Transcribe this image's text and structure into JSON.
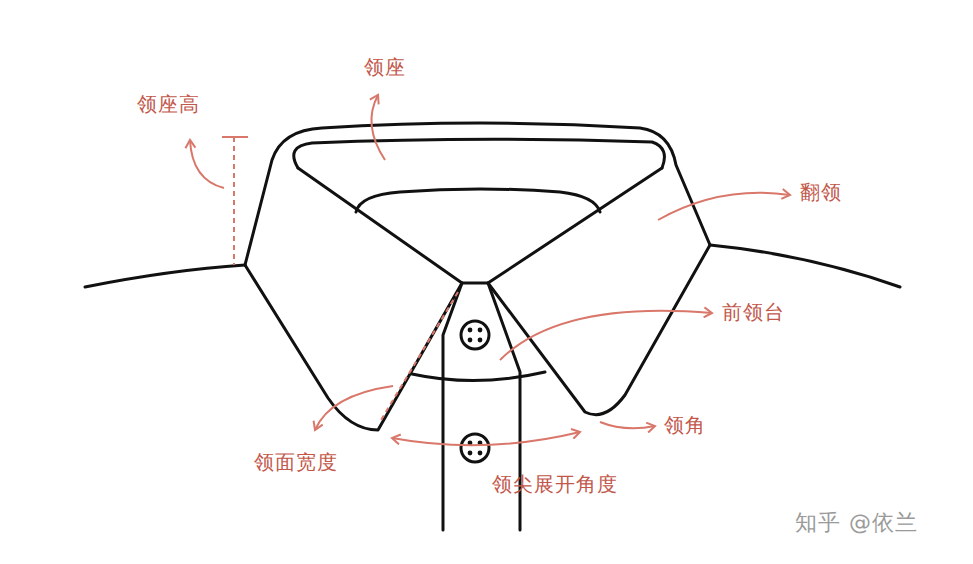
{
  "diagram": {
    "labels": [
      "领座",
      "领座高",
      "翻领",
      "前领台",
      "领角",
      "领面宽度",
      "领尖展开角度",
      "知乎 @依兰"
    ]
  }
}
